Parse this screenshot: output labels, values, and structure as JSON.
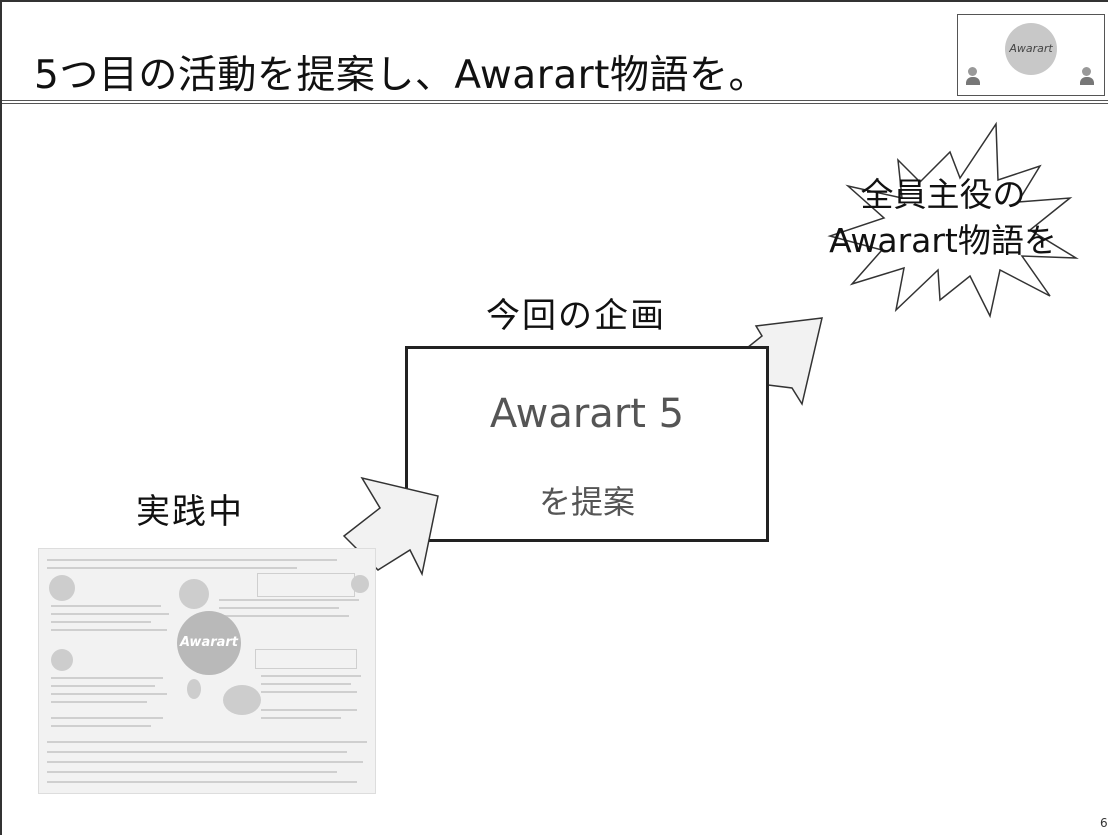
{
  "slide": {
    "title": "5つ目の活動を提案し、Awarart物語を。",
    "logo": {
      "name": "Awarart"
    },
    "burst": {
      "line1": "全員主役の",
      "line2": "Awarart物語を"
    },
    "plan_label": "今回の企画",
    "plan_box": {
      "title": "Awarart 5",
      "subtitle": "を提案"
    },
    "current_label": "実践中",
    "flyer": {
      "logo": "Awarart"
    },
    "page_number": "6"
  }
}
